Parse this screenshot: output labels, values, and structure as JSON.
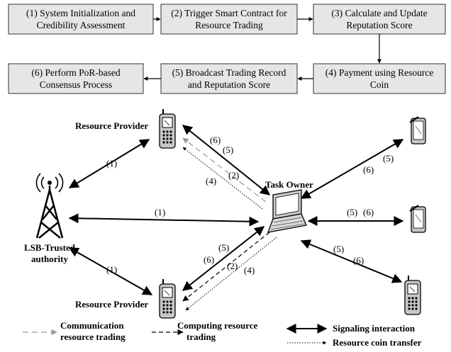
{
  "steps": [
    {
      "line1": "(1) System Initialization and",
      "line2": "Credibility Assessment"
    },
    {
      "line1": "(2) Trigger Smart Contract for",
      "line2": "Resource Trading"
    },
    {
      "line1": "(3) Calculate and Update",
      "line2": "Reputation Score"
    },
    {
      "line1": "(4) Payment using Resource",
      "line2": "Coin"
    },
    {
      "line1": "(5) Broadcast Trading Record",
      "line2": "and Reputation Score"
    },
    {
      "line1": "(6) Perform PoR-based",
      "line2": "Consensus Process"
    }
  ],
  "nodes": {
    "provider_top": "Resource Provider",
    "provider_bottom": "Resource Provider",
    "task_owner": "Task Owner",
    "authority_line1": "LSB-Trusted",
    "authority_line2": "authority"
  },
  "edge_labels": {
    "auth_top": "(1)",
    "auth_owner": "(1)",
    "auth_bottom": "(1)",
    "top_6": "(6)",
    "top_5": "(5)",
    "top_2": "(2)",
    "top_4": "(4)",
    "bot_5": "(5)",
    "bot_6": "(6)",
    "bot_2": "(2)",
    "bot_4": "(4)",
    "r1_5": "(5)",
    "r1_6": "(6)",
    "r2_5": "(5)",
    "r2_6": "(6)",
    "r3_5": "(5)",
    "r3_6": "(6)"
  },
  "legend": {
    "comm_line1": "Communication",
    "comm_line2": "resource trading",
    "comp_line1": "Computing resource",
    "comp_line2": "trading",
    "signaling": "Signaling interaction",
    "coin": "Resource coin transfer"
  },
  "colors": {
    "box_fill": "#e6e6e6",
    "comm_line": "#9a9a9a",
    "device_fill": "#c8c8c8"
  }
}
